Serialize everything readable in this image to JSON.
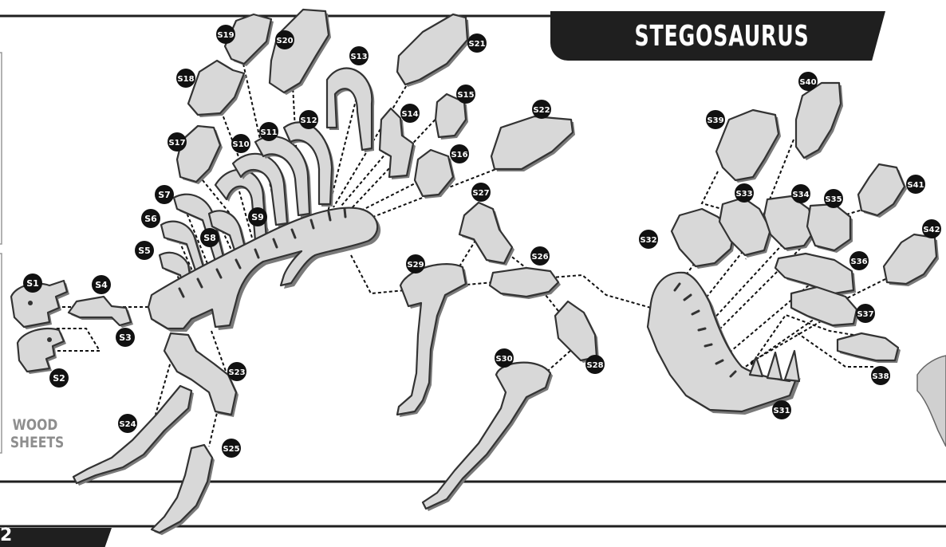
{
  "title": "STEGOSAURUS",
  "side_label": {
    "line1": "WOOD",
    "line2": "SHEETS"
  },
  "page_number": "2",
  "colors": {
    "piece_fill": "#d8d8d8",
    "piece_stroke": "#333333",
    "shadow": "#777777",
    "label_bg": "#111111",
    "label_text": "#ffffff",
    "banner": "#1f1f1f"
  },
  "pieces": [
    {
      "id": "S1"
    },
    {
      "id": "S2"
    },
    {
      "id": "S3"
    },
    {
      "id": "S4"
    },
    {
      "id": "S5"
    },
    {
      "id": "S6"
    },
    {
      "id": "S7"
    },
    {
      "id": "S8"
    },
    {
      "id": "S9"
    },
    {
      "id": "S10"
    },
    {
      "id": "S11"
    },
    {
      "id": "S12"
    },
    {
      "id": "S13"
    },
    {
      "id": "S14"
    },
    {
      "id": "S15"
    },
    {
      "id": "S16"
    },
    {
      "id": "S17"
    },
    {
      "id": "S18"
    },
    {
      "id": "S19"
    },
    {
      "id": "S20"
    },
    {
      "id": "S21"
    },
    {
      "id": "S22"
    },
    {
      "id": "S23"
    },
    {
      "id": "S24"
    },
    {
      "id": "S25"
    },
    {
      "id": "S26"
    },
    {
      "id": "S27"
    },
    {
      "id": "S28"
    },
    {
      "id": "S29"
    },
    {
      "id": "S30"
    },
    {
      "id": "S31"
    },
    {
      "id": "S32"
    },
    {
      "id": "S33"
    },
    {
      "id": "S34"
    },
    {
      "id": "S35"
    },
    {
      "id": "S36"
    },
    {
      "id": "S37"
    },
    {
      "id": "S38"
    },
    {
      "id": "S39"
    },
    {
      "id": "S40"
    },
    {
      "id": "S41"
    },
    {
      "id": "S42"
    }
  ]
}
